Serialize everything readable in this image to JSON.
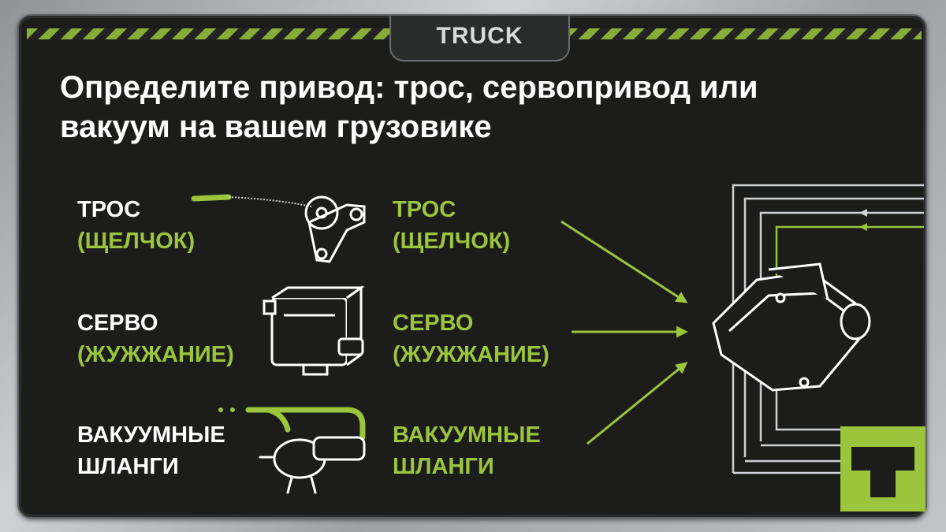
{
  "tab": {
    "label": "TRUCK"
  },
  "title": "Определите привод: трос, сервопривод или вакуум на вашем грузовике",
  "left_items": [
    {
      "name": "ТРОС",
      "sound": "(ЩЕЛЧОК)"
    },
    {
      "name": "СЕРВО",
      "sound": "(ЖУЖЖАНИЕ)"
    },
    {
      "name_line1": "ВАКУУМНЫЕ",
      "name_line2": "ШЛАНГИ"
    }
  ],
  "right_items": [
    {
      "line1": "ТРОС",
      "line2": "(ЩЕЛЧОК)"
    },
    {
      "line1": "СЕРВО",
      "line2": "(ЖУЖЖАНИЕ)"
    },
    {
      "line1": "ВАКУУМНЫЕ",
      "line2": "ШЛАНГИ"
    }
  ],
  "icons": [
    "cable-actuator-icon",
    "servo-motor-icon",
    "vacuum-actuator-icon",
    "arrow-icon",
    "transfer-case-icon",
    "brand-logo-icon"
  ],
  "colors": {
    "accent_green": "#9bc53d",
    "panel": "#1c1d1b",
    "text_white": "#ffffff"
  }
}
